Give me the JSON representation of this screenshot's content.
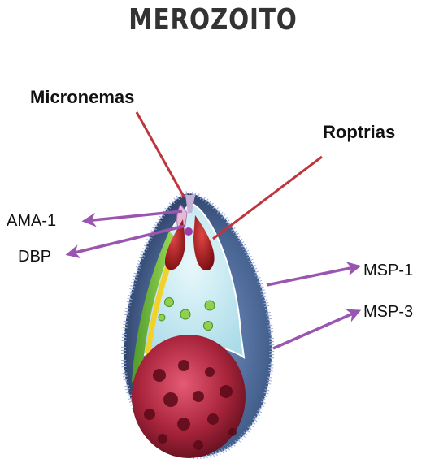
{
  "title": "MEROZOITO",
  "labels": {
    "micronemas": "Micronemas",
    "roptrias": "Roptrias",
    "ama1": "AMA-1",
    "dbp": "DBP",
    "msp1": "MSP-1",
    "msp3": "MSP-3"
  },
  "colors": {
    "pointer_arrow": "#c0353d",
    "protein_arrow": "#9a55b0",
    "coat": "#3d5a8a",
    "cytoplasm": "#cfeef5",
    "rhoptry": "#b31b1b",
    "nucleus": "#a8243b",
    "green_vesicle": "#8fd14f"
  }
}
